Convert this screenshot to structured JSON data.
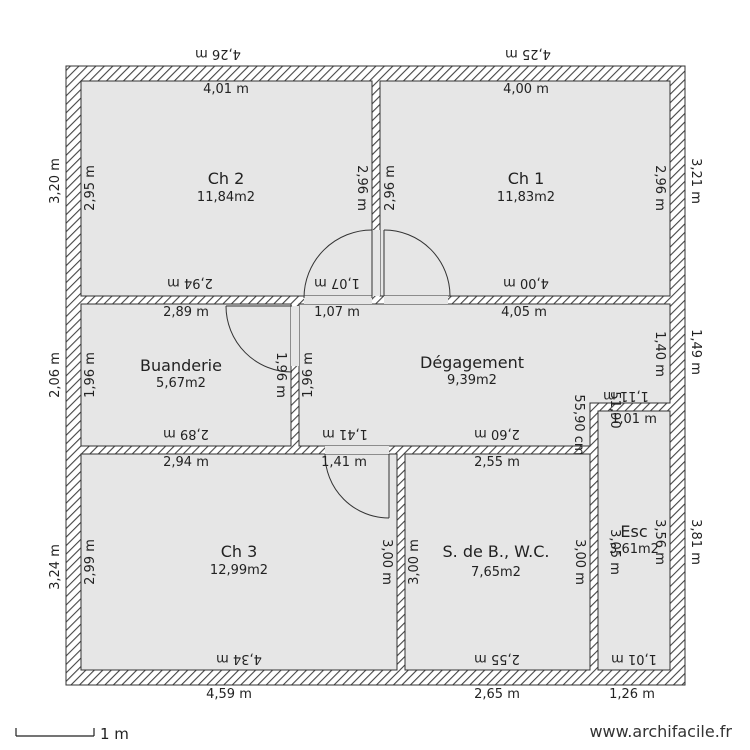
{
  "rooms": {
    "ch2": {
      "name": "Ch 2",
      "area": "11,84m2"
    },
    "ch1": {
      "name": "Ch 1",
      "area": "11,83m2"
    },
    "buanderie": {
      "name": "Buanderie",
      "area": "5,67m2"
    },
    "degagement": {
      "name": "Dégagement",
      "area": "9,39m2"
    },
    "ch3": {
      "name": "Ch 3",
      "area": "12,99m2"
    },
    "sdb": {
      "name": "S. de B., W.C.",
      "area": "7,65m2"
    },
    "esc": {
      "name": "Esc",
      "area": "3,61m2"
    }
  },
  "dims": {
    "ext_top_left": "4,26 m",
    "ext_top_right": "4,25 m",
    "ext_left_top": "3,20 m",
    "ext_left_mid": "2,06 m",
    "ext_left_bot": "3,24 m",
    "ext_right_top": "3,21 m",
    "ext_right_mid": "1,49 m",
    "ext_right_bot": "3,81 m",
    "ext_bot_left": "4,59 m",
    "ext_bot_mid": "2,65 m",
    "ext_bot_right": "1,26 m",
    "ch2_top": "4,01 m",
    "ch2_left": "2,95 m",
    "ch2_right": "2,96 m",
    "ch2_bottom": "2,94 m",
    "ch2_door_b": "1,07 m",
    "ch1_top": "4,00 m",
    "ch1_left": "2,96 m",
    "ch1_right": "2,96 m",
    "ch1_bottom": "4,00 m",
    "buand_top": "2,89 m",
    "buand_left": "1,96 m",
    "buand_right": "1,96 m",
    "buand_bottom": "2,89 m",
    "deg_top_a": "1,07 m",
    "deg_top_b": "4,05 m",
    "deg_left": "1,96 m",
    "deg_right": "1,40 m",
    "deg_bottom_a": "1,41 m",
    "deg_bottom_b": "2,60 m",
    "deg_step_v": "55,90 cm",
    "deg_step_h": "1,11 m",
    "ch3_top_a": "2,94 m",
    "ch3_top_b": "1,41 m",
    "ch3_left": "2,99 m",
    "ch3_right": "3,00 m",
    "ch3_bottom": "4,34 m",
    "sdb_top": "2,55 m",
    "sdb_left": "3,00 m",
    "sdb_right": "3,00 m",
    "sdb_bottom": "2,55 m",
    "esc_top": "1,01 m",
    "esc_left": "3,05 m",
    "esc_right": "3,56 m",
    "esc_bottom": "1,01 m",
    "esc_small": "51,90"
  },
  "scale_label": "1 m",
  "credit": "www.archifacile.fr",
  "colors": {
    "room_fill": "#e6e6e6",
    "wall_fill": "#ffffff",
    "hatch": "#444444"
  }
}
